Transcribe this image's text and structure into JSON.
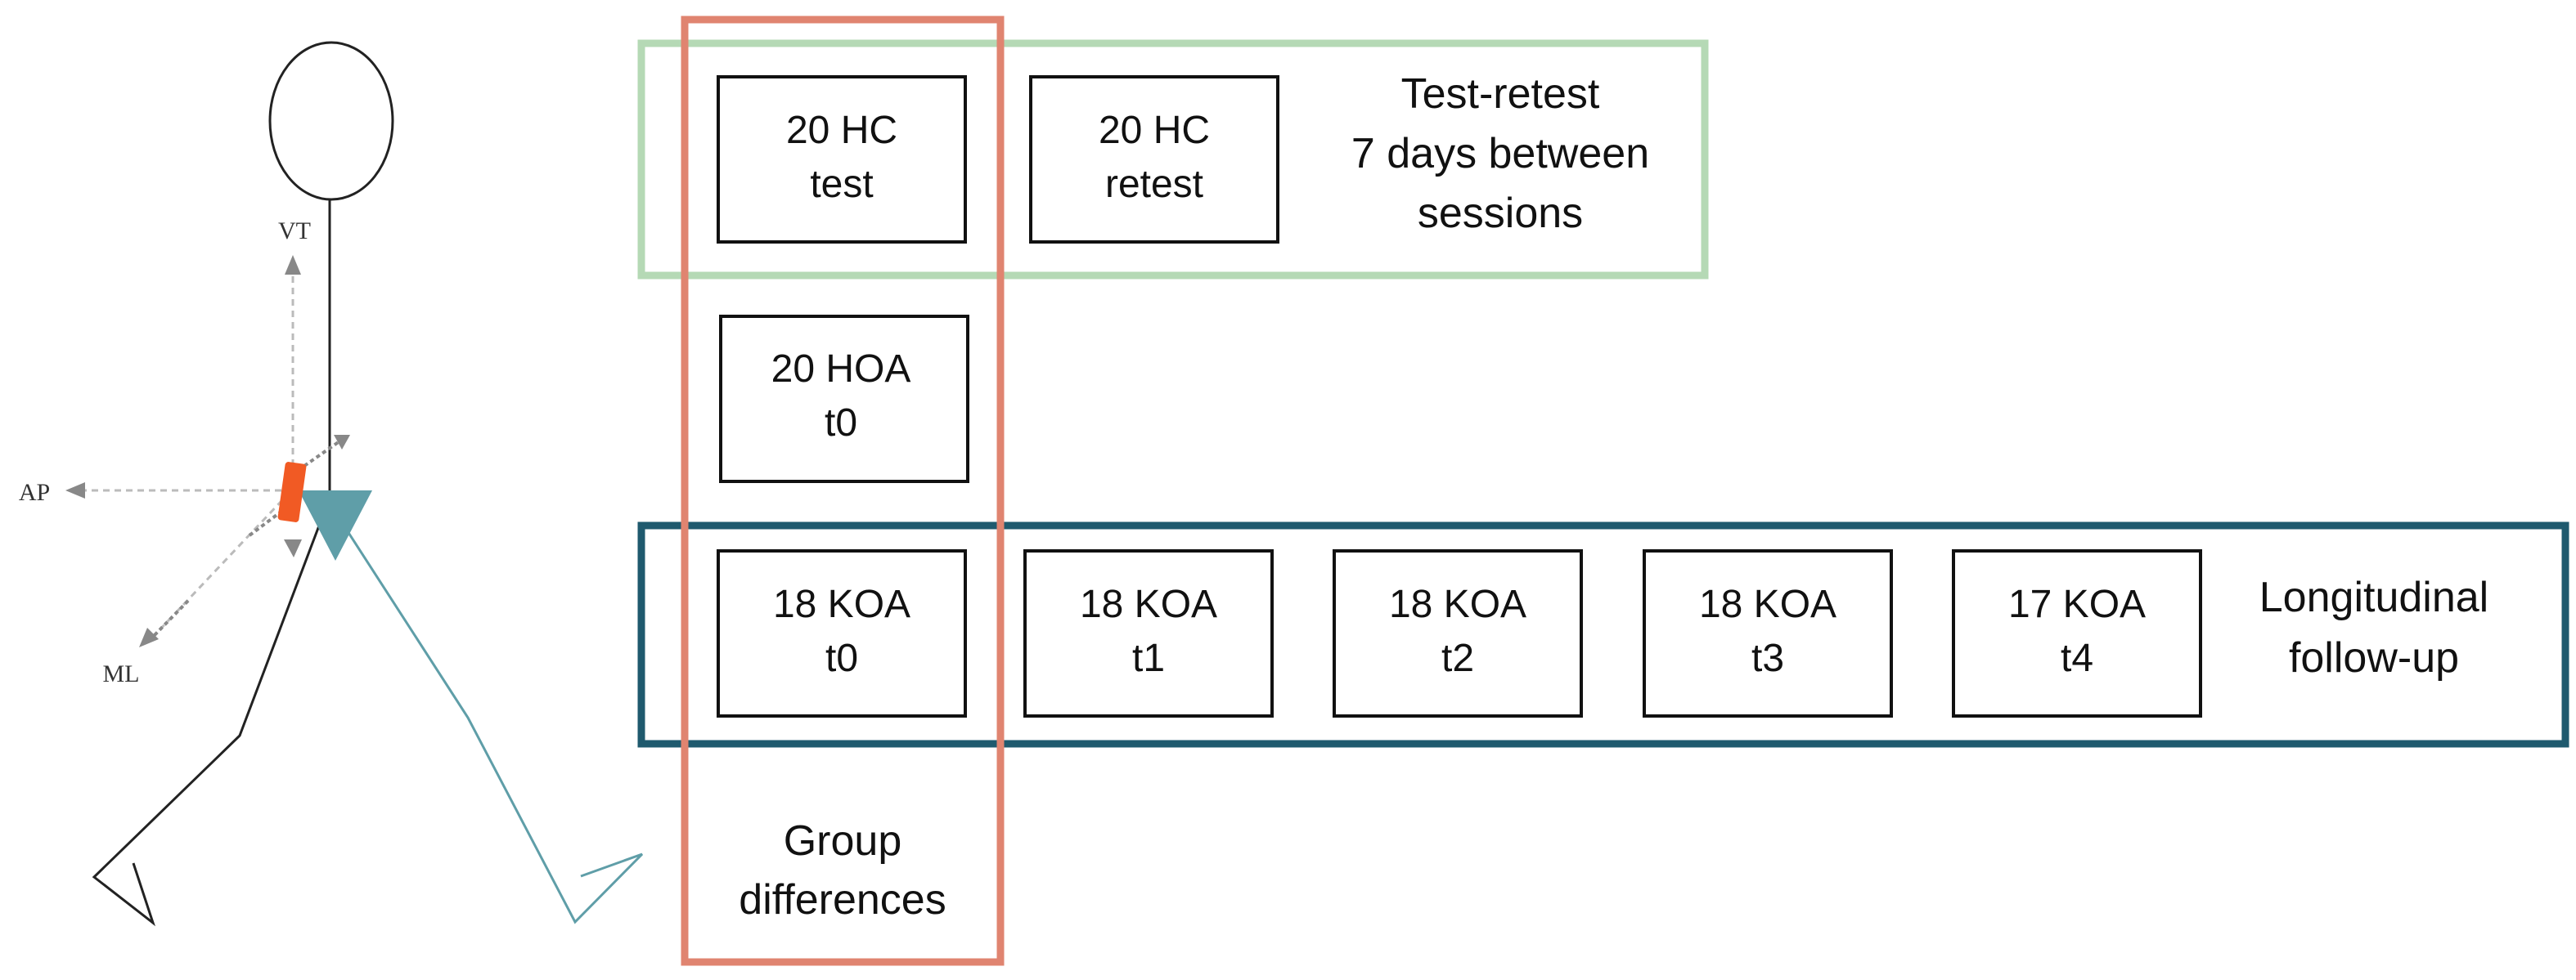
{
  "figure": {
    "axes": {
      "vt": "VT",
      "ap": "AP",
      "ml": "ML"
    },
    "test_retest": {
      "title_lines": [
        "Test-retest",
        "7 days between",
        "sessions"
      ],
      "boxes": [
        {
          "line1": "20 HC",
          "line2": "test"
        },
        {
          "line1": "20 HC",
          "line2": "retest"
        }
      ]
    },
    "hoa_box": {
      "line1": "20 HOA",
      "line2": "t0"
    },
    "longitudinal": {
      "title_lines": [
        "Longitudinal",
        "follow-up"
      ],
      "boxes": [
        {
          "line1": "18 KOA",
          "line2": "t0"
        },
        {
          "line1": "18 KOA",
          "line2": "t1"
        },
        {
          "line1": "18 KOA",
          "line2": "t2"
        },
        {
          "line1": "18 KOA",
          "line2": "t3"
        },
        {
          "line1": "17 KOA",
          "line2": "t4"
        }
      ]
    },
    "group_differences": {
      "lines": [
        "Group",
        "differences"
      ]
    },
    "colors": {
      "group_frame": "#e08470",
      "test_retest_frame": "#b5d9b5",
      "longitudinal_frame": "#1f5a6e",
      "sensor": "#f15a24",
      "pelvis": "#5f9ea8",
      "figure_line": "#222222"
    }
  }
}
